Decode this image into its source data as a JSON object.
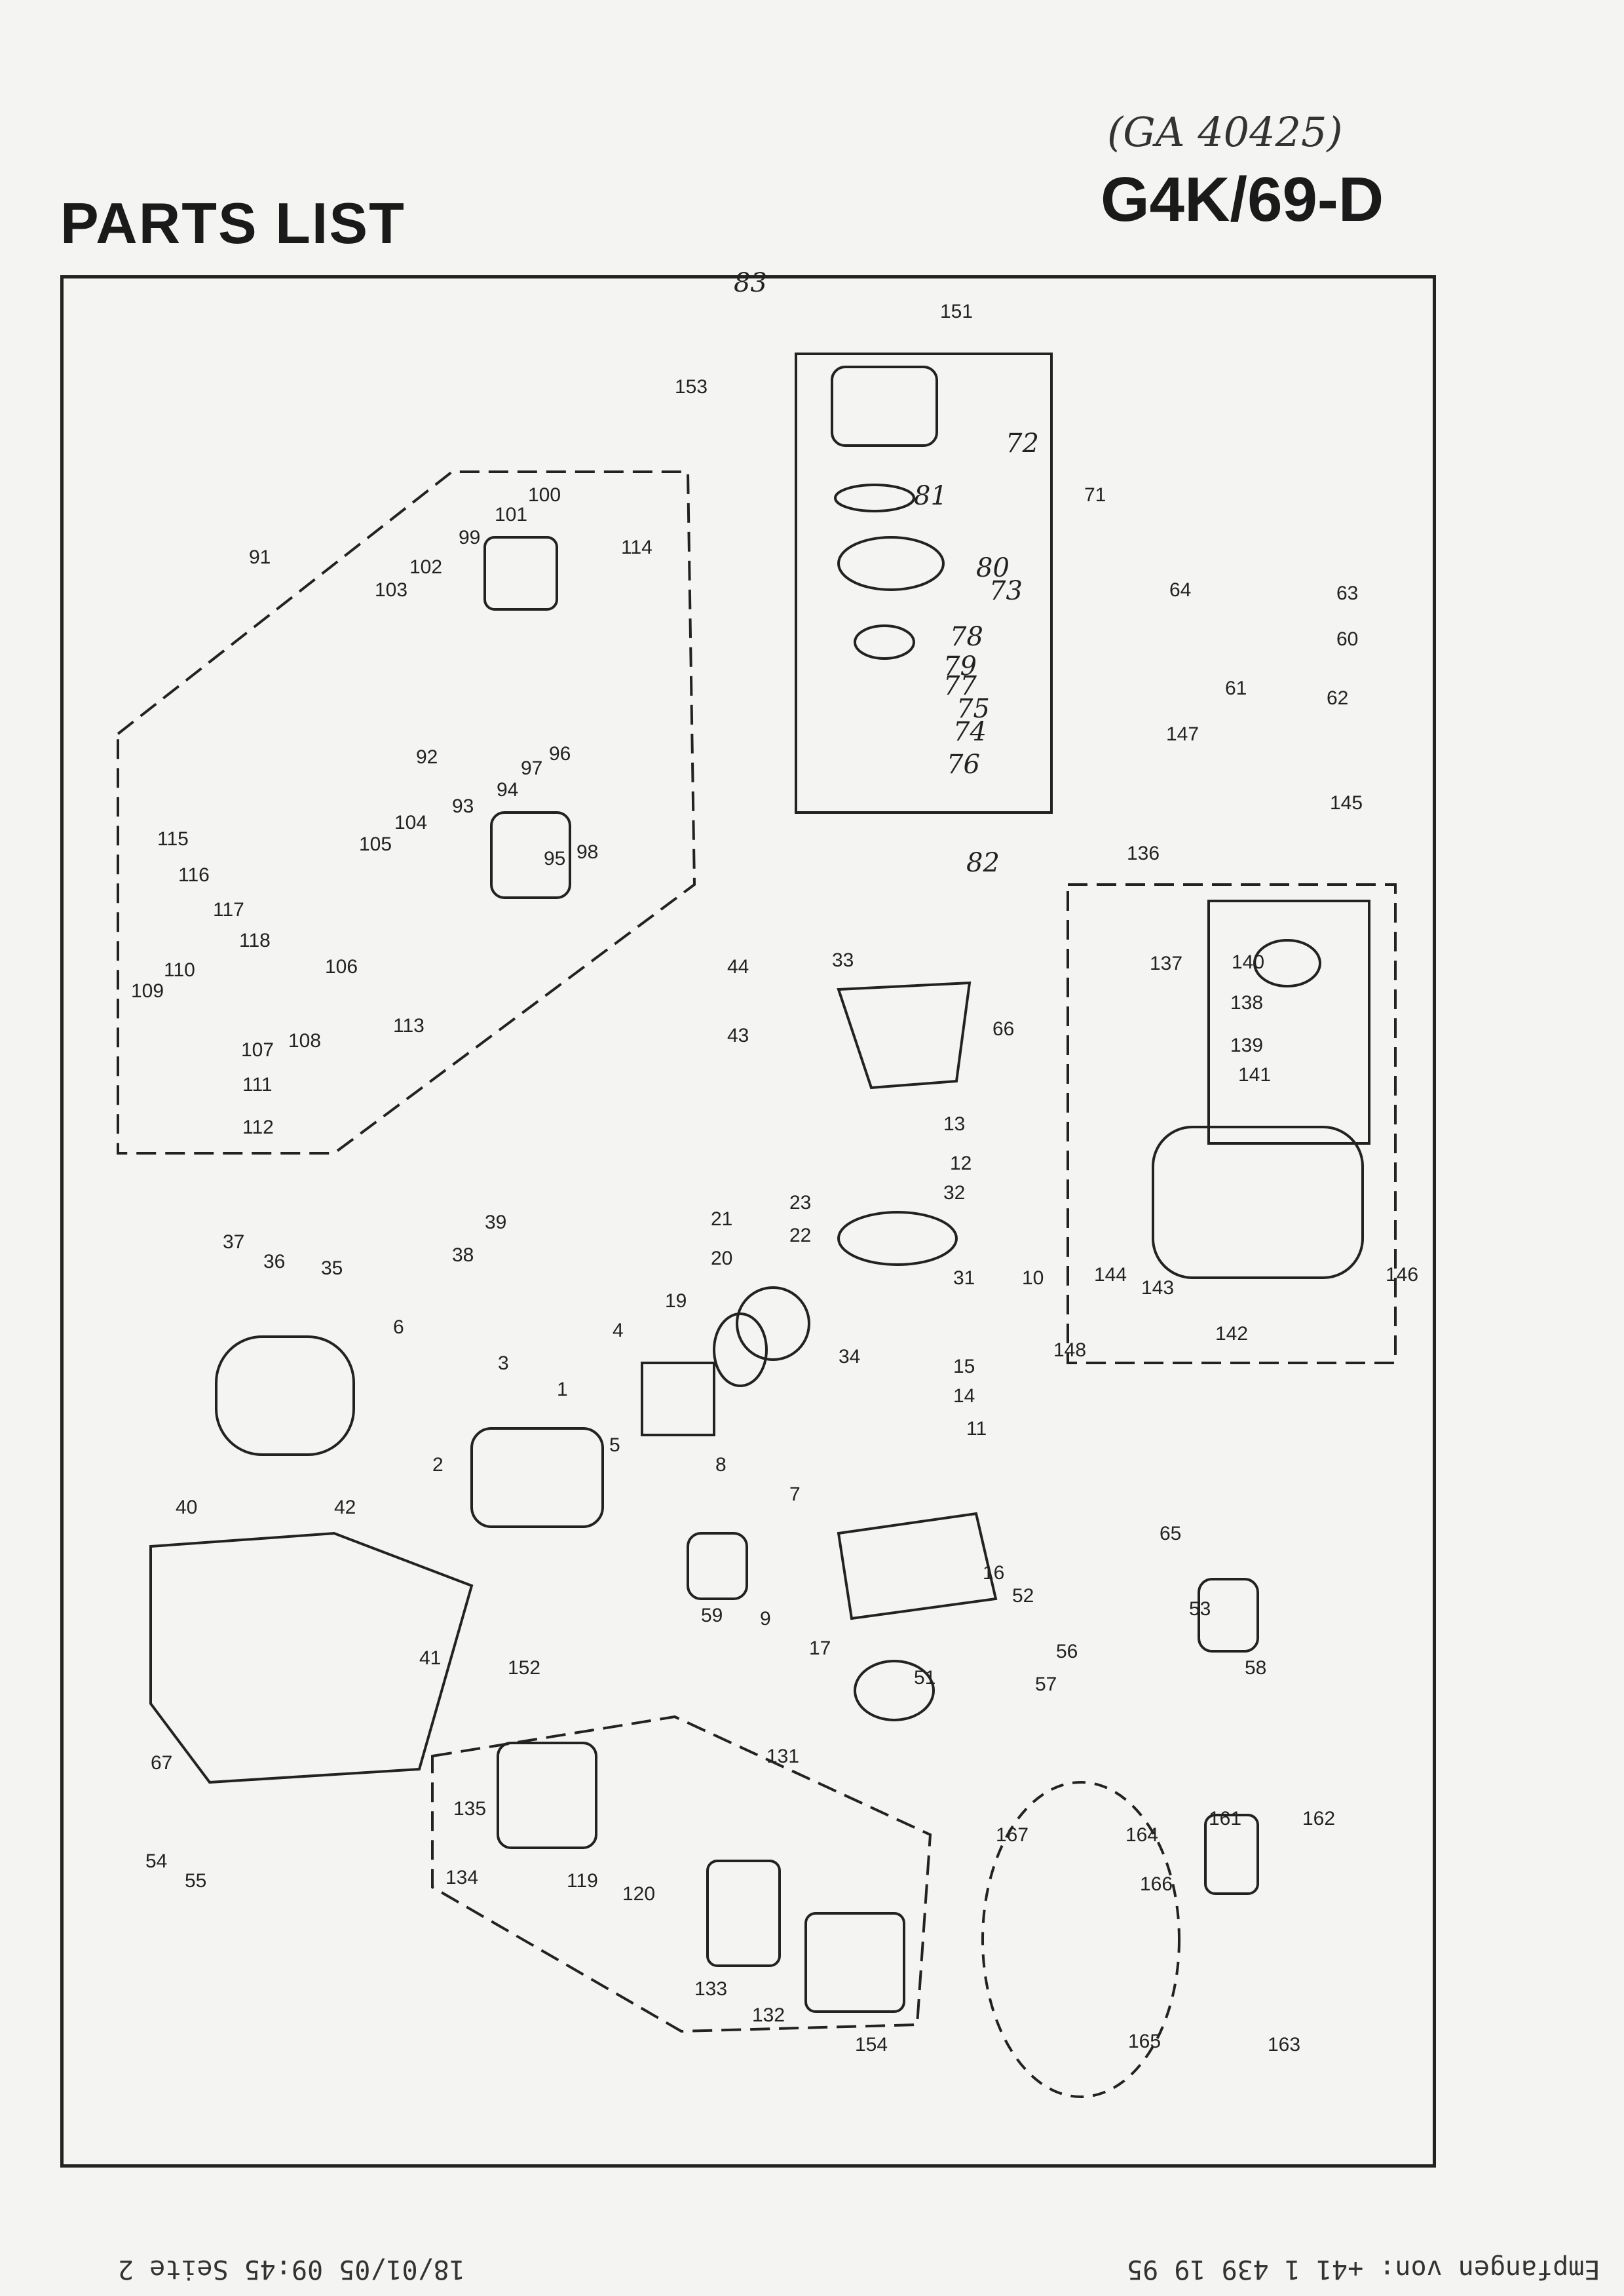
{
  "header": {
    "title": "PARTS LIST",
    "model": "G4K/69-D",
    "handwritten_ref": "(GA 40425)"
  },
  "fax": {
    "sender_line": "Empfangen von: +41 1 439 19 95",
    "date_line": "18/01/05 09:45 Seite 2"
  },
  "part_numbers": [
    "1",
    "2",
    "3",
    "4",
    "5",
    "6",
    "7",
    "8",
    "9",
    "10",
    "11",
    "12",
    "13",
    "14",
    "15",
    "16",
    "17",
    "19",
    "20",
    "21",
    "22",
    "23",
    "31",
    "32",
    "33",
    "34",
    "35",
    "36",
    "37",
    "38",
    "39",
    "40",
    "41",
    "42",
    "43",
    "44",
    "51",
    "52",
    "53",
    "54",
    "55",
    "56",
    "57",
    "58",
    "59",
    "60",
    "61",
    "62",
    "63",
    "64",
    "65",
    "66",
    "67",
    "71",
    "72",
    "73",
    "74",
    "75",
    "76",
    "77",
    "78",
    "79",
    "80",
    "81",
    "82",
    "83",
    "91",
    "92",
    "93",
    "94",
    "95",
    "96",
    "97",
    "98",
    "99",
    "100",
    "101",
    "102",
    "103",
    "104",
    "105",
    "106",
    "107",
    "108",
    "109",
    "110",
    "111",
    "112",
    "113",
    "114",
    "115",
    "116",
    "117",
    "118",
    "119",
    "120",
    "131",
    "132",
    "133",
    "134",
    "135",
    "136",
    "137",
    "138",
    "139",
    "140",
    "141",
    "142",
    "143",
    "144",
    "145",
    "146",
    "147",
    "148",
    "151",
    "152",
    "153",
    "154",
    "161",
    "162",
    "163",
    "164",
    "165",
    "166",
    "167"
  ]
}
